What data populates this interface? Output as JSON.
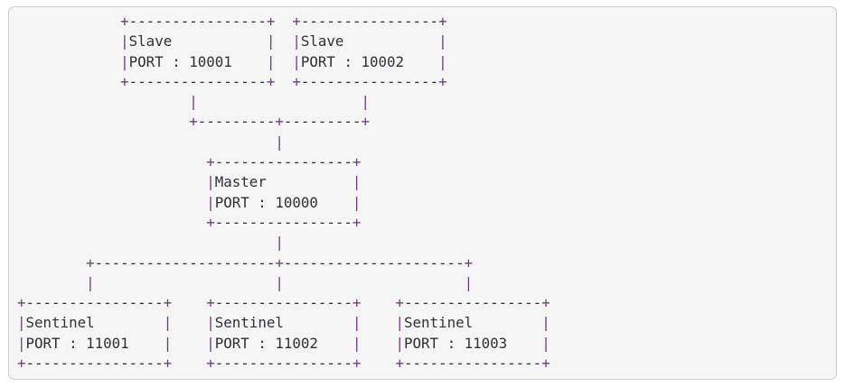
{
  "diagram": {
    "lines": [
      "            +----------------+  +----------------+",
      "            |Slave           |  |Slave           |",
      "            |PORT : 10001    |  |PORT : 10002    |",
      "            +----------------+  +----------------+",
      "                    |                   |",
      "                    +---------+---------+",
      "                              |",
      "                      +----------------+",
      "                      |Master          |",
      "                      |PORT : 10000    |",
      "                      +----------------+",
      "                              |",
      "        +---------------------+---------------------+",
      "        |                     |                     |",
      "+----------------+    +----------------+    +----------------+",
      "|Sentinel        |    |Sentinel        |    |Sentinel        |",
      "|PORT : 11001    |    |PORT : 11002    |    |PORT : 11003    |",
      "+----------------+    +----------------+    +----------------+"
    ]
  },
  "topology": {
    "master": {
      "label": "Master",
      "port_label": "PORT : 10000"
    },
    "slaves": [
      {
        "label": "Slave",
        "port_label": "PORT : 10001"
      },
      {
        "label": "Slave",
        "port_label": "PORT : 10002"
      }
    ],
    "sentinels": [
      {
        "label": "Sentinel",
        "port_label": "PORT : 11001"
      },
      {
        "label": "Sentinel",
        "port_label": "PORT : 11002"
      },
      {
        "label": "Sentinel",
        "port_label": "PORT : 11003"
      }
    ]
  },
  "colors": {
    "page_background": "#ffffff",
    "block_background": "#f5f5f5",
    "block_border": "#cccccc",
    "text": "#303036",
    "line_symbols": "#6c3d7d"
  }
}
